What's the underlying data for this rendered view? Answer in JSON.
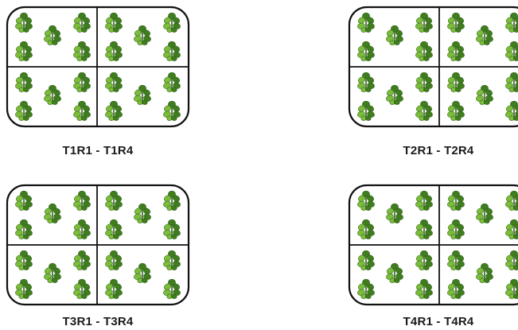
{
  "trays": [
    {
      "id": "t1",
      "label": "T1R1 - T1R4"
    },
    {
      "id": "t2",
      "label": "T2R1 - T2R4"
    },
    {
      "id": "t3",
      "label": "T3R1 - T3R4"
    },
    {
      "id": "t4",
      "label": "T4R1 - T4R4"
    }
  ],
  "icons": {
    "plant": "coriander-plant-icon"
  },
  "colors": {
    "outline": "#111111",
    "leaf_dark": "#3f7d1f",
    "leaf_light": "#7bbd3b",
    "stem": "#2f5e17"
  }
}
